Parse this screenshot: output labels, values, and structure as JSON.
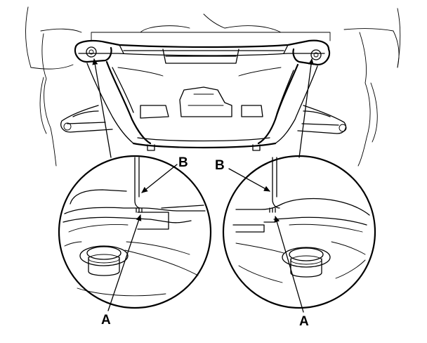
{
  "callouts": {
    "a_left": "A",
    "a_right": "A",
    "b_left": "B",
    "b_right": "B"
  },
  "colors": {
    "line": "#000000",
    "background": "#ffffff"
  }
}
